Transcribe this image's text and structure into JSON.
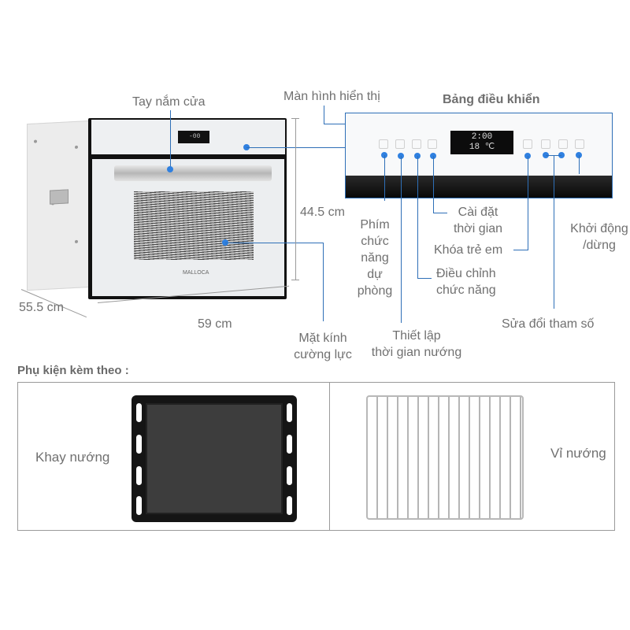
{
  "diagram": {
    "oven_labels": {
      "handle": "Tay nắm cửa",
      "display": "Màn hình hiển thị",
      "height": "44.5 cm",
      "depth": "55.5 cm",
      "width": "59 cm",
      "glass": [
        "Mặt kính",
        "cường lực"
      ],
      "brand": "MALLOCA",
      "oven_display_value": "-00"
    },
    "control_panel": {
      "title": "Bảng điều khiển",
      "display_time": "2:00",
      "display_temp": "18 ℃",
      "labels": {
        "backup_function": [
          "Phím",
          "chức",
          "năng",
          "dự",
          "phòng"
        ],
        "set_bake_time": [
          "Thiết lập",
          "thời gian nướng"
        ],
        "adjust_function": [
          "Điều chỉnh",
          "chức năng"
        ],
        "set_time": [
          "Cài đặt",
          "thời gian"
        ],
        "child_lock": "Khóa trẻ em",
        "modify_params": "Sửa đổi tham số",
        "start_stop": [
          "Khởi động",
          "/dừng"
        ]
      },
      "buttons": [
        "clock-icon",
        "function-icon",
        "tray-icon",
        "settings-icon",
        "lock-icon",
        "plus-icon",
        "minus-icon",
        "play-pause-icon"
      ]
    },
    "accessories": {
      "title": "Phụ kiện kèm theo :",
      "items": [
        {
          "label": "Khay nướng",
          "icon": "baking-tray"
        },
        {
          "label": "Vỉ nướng",
          "icon": "wire-rack"
        }
      ]
    },
    "colors": {
      "callout": "#2e6fb7",
      "dot": "#2f80e0",
      "text": "#707070"
    }
  }
}
